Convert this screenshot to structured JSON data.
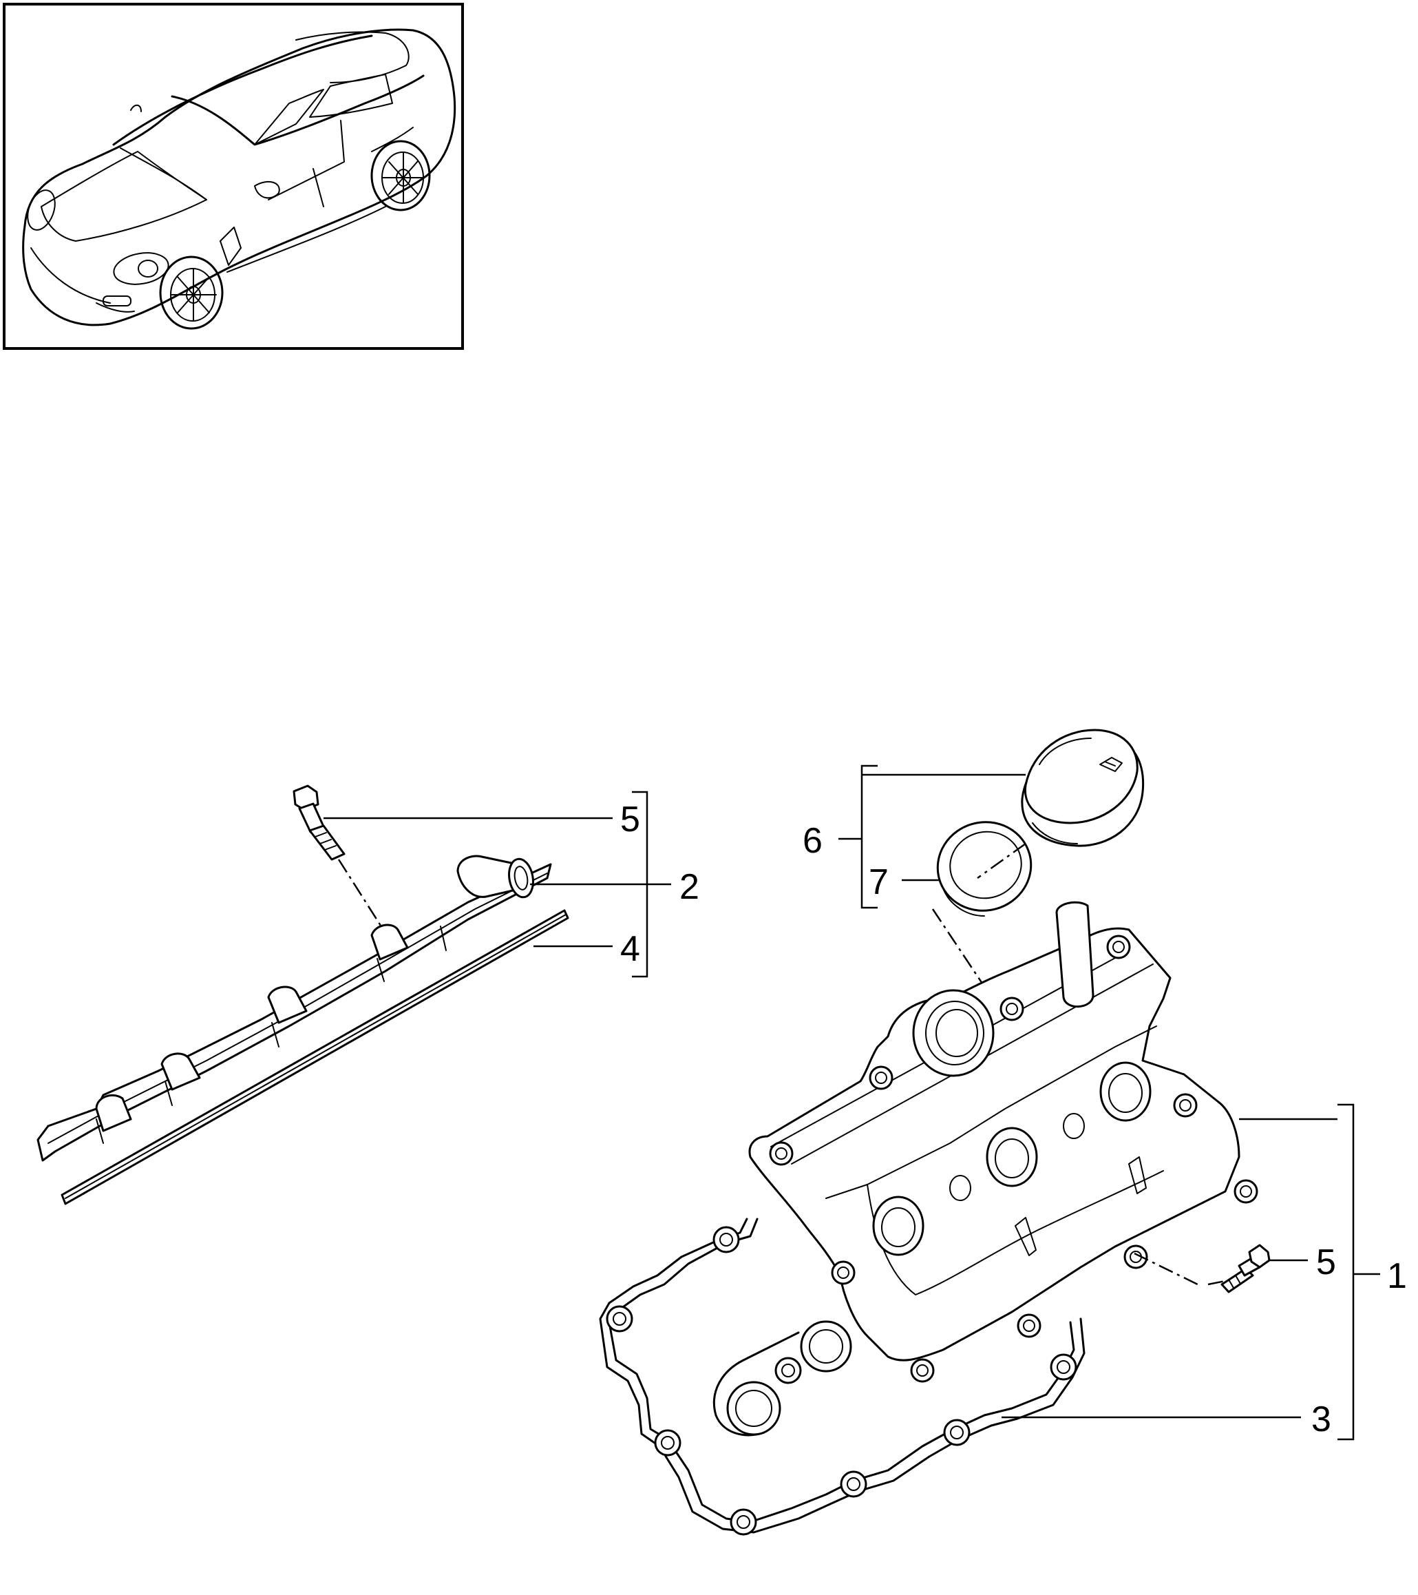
{
  "callouts": {
    "c1": "1",
    "c2": "2",
    "c3": "3",
    "c4": "4",
    "c5_upper": "5",
    "c5_lower": "5",
    "c6": "6",
    "c7": "7"
  }
}
